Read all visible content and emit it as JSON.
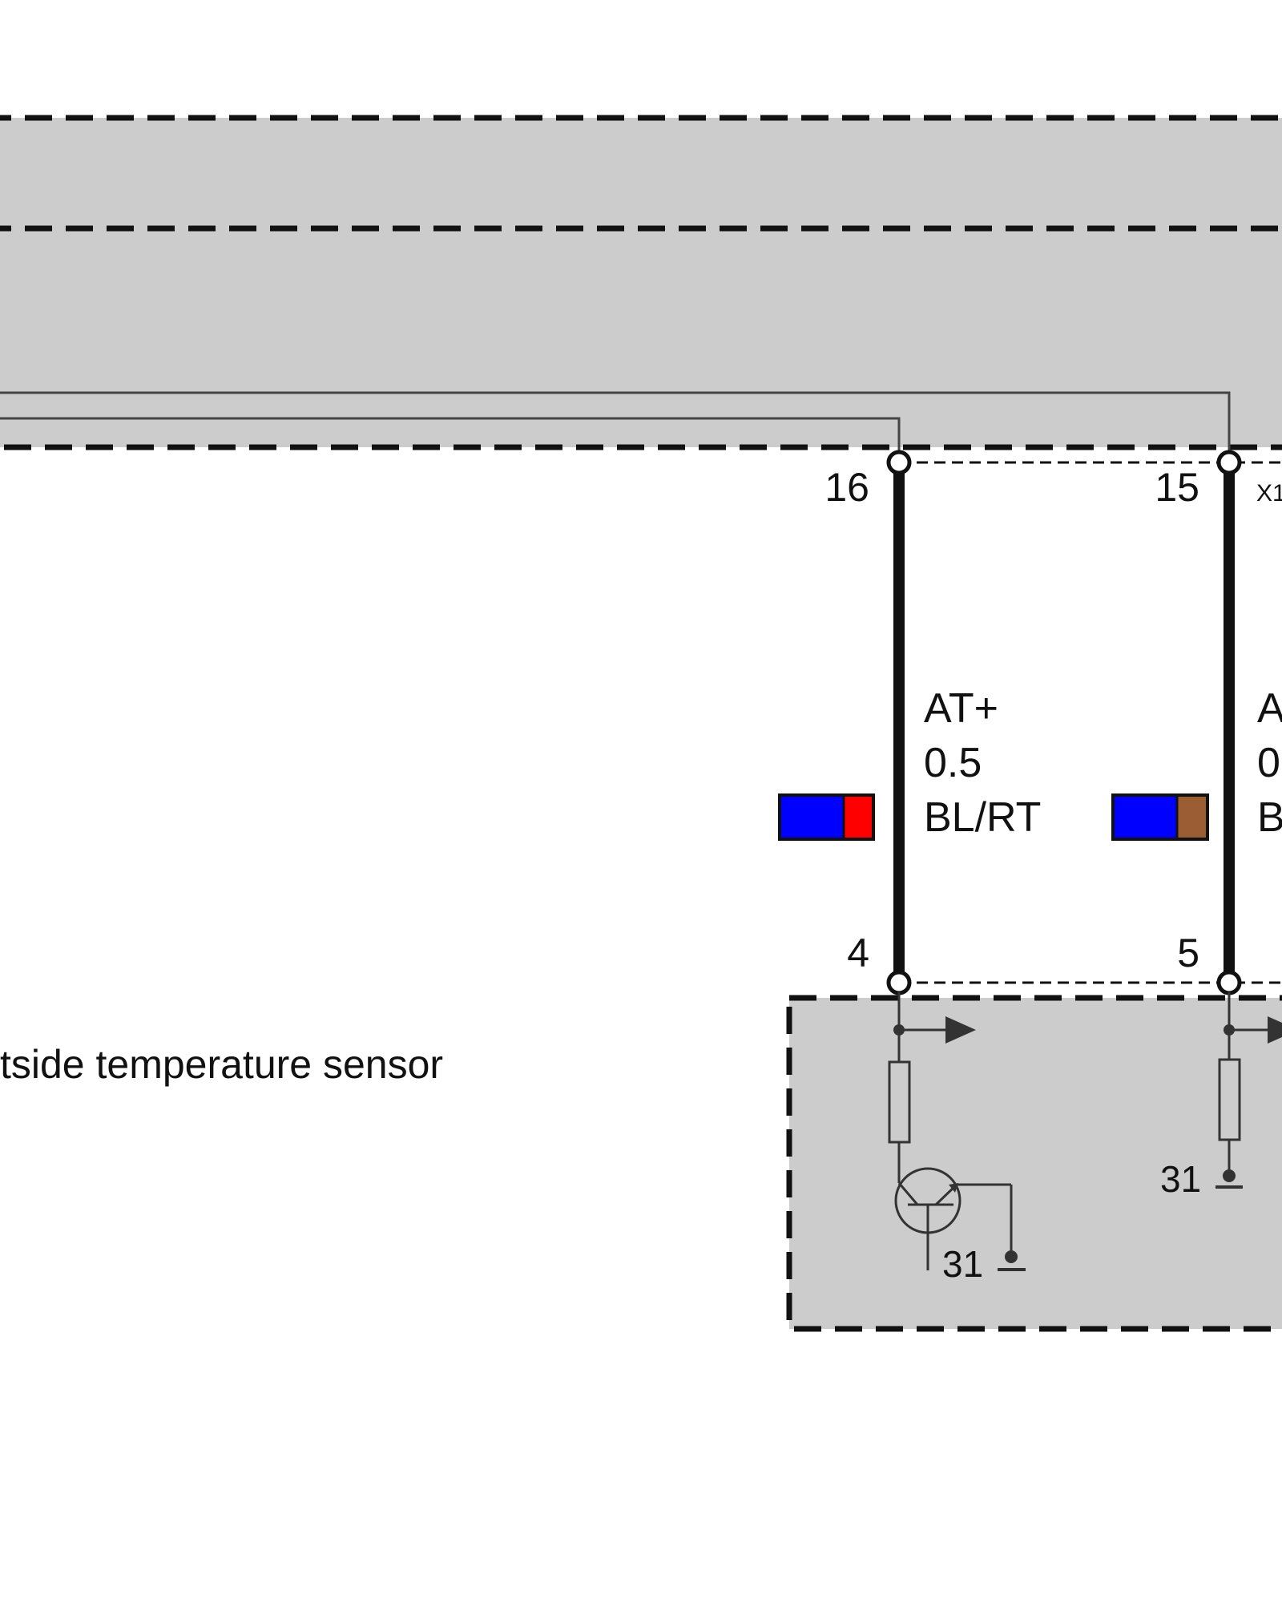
{
  "colors": {
    "module_fill": "#cccccc",
    "background": "#ffffff",
    "line": "#111111",
    "thin_wire": "#444444",
    "wire_blue": "#0000ff",
    "wire_red": "#ff0000",
    "wire_brown": "#9b5e32"
  },
  "connector": {
    "name": "X1",
    "pins": [
      {
        "number": "16"
      },
      {
        "number": "15"
      }
    ]
  },
  "wires": [
    {
      "signal": "AT+",
      "size": "0.5",
      "color_code": "BL/RT",
      "color_1": "#0000ff",
      "color_2": "#ff0000"
    },
    {
      "signal": "A",
      "size": "0",
      "color_code": "B",
      "color_1": "#0000ff",
      "color_2": "#9b5e32"
    }
  ],
  "sensor": {
    "label": "tside temperature sensor",
    "pins": [
      {
        "number": "4"
      },
      {
        "number": "5"
      }
    ],
    "grounds": [
      {
        "label": "31"
      },
      {
        "label": "31"
      }
    ]
  }
}
